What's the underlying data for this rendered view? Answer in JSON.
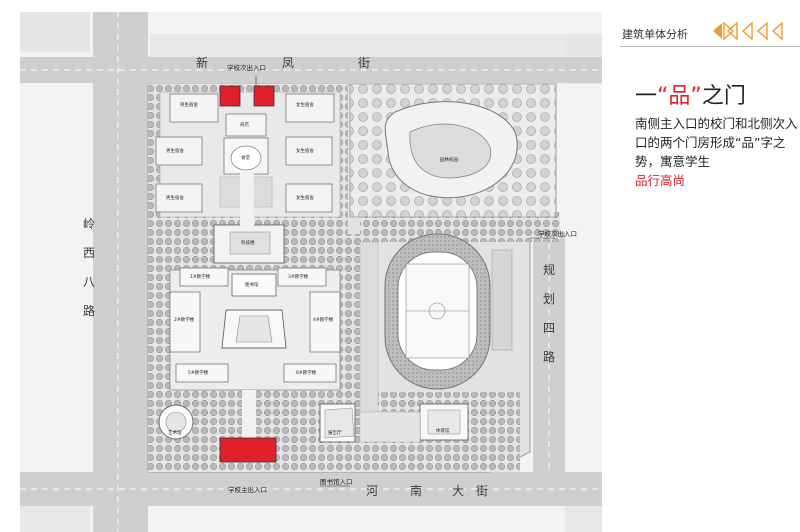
{
  "header": {
    "section_title": "建筑单体分析",
    "accent_color": "#f39a2b",
    "arrow_count": 5
  },
  "panel": {
    "heading_prefix": "一",
    "heading_quoted": "“品”",
    "heading_suffix": "之门",
    "body": "南侧主入口的校门和北侧次入口的两个门房形成“品”字之势，寓意学生",
    "highlight": "品行高尚",
    "highlight_color": "#e0202b"
  },
  "plan": {
    "roads": {
      "north": [
        "新",
        "凤",
        "街"
      ],
      "west": [
        "岭",
        "西",
        "八",
        "路"
      ],
      "east": [
        "规",
        "划",
        "四",
        "路"
      ],
      "south": [
        "河",
        "南",
        "大",
        "街"
      ]
    },
    "entrances": {
      "north_secondary": "学校次出入口",
      "east_secondary": "学校次出入口",
      "south_main": "学校主出入口",
      "library": "图书馆入口"
    },
    "gate_color": "#e0202b",
    "buildings": {
      "dorm_left_1": "男生宿舍",
      "dorm_left_2": "男生宿舍",
      "dorm_left_3": "男生宿舍",
      "dorm_right_1": "女生宿舍",
      "dorm_right_2": "女生宿舍",
      "dorm_right_3": "女生宿舍",
      "canteen": "食堂",
      "canteen_top": "商店",
      "science": "科技楼",
      "library": "图书馆",
      "teach_1": "1#教学楼",
      "teach_2": "2#教学楼",
      "teach_3": "3#教学楼",
      "teach_4": "4#教学楼",
      "teach_5": "5#教学楼",
      "teach_6": "6#教学楼",
      "auditorium": "报告厅",
      "arts": "艺术馆",
      "gym": "体育馆",
      "garden": "园林校园"
    }
  }
}
